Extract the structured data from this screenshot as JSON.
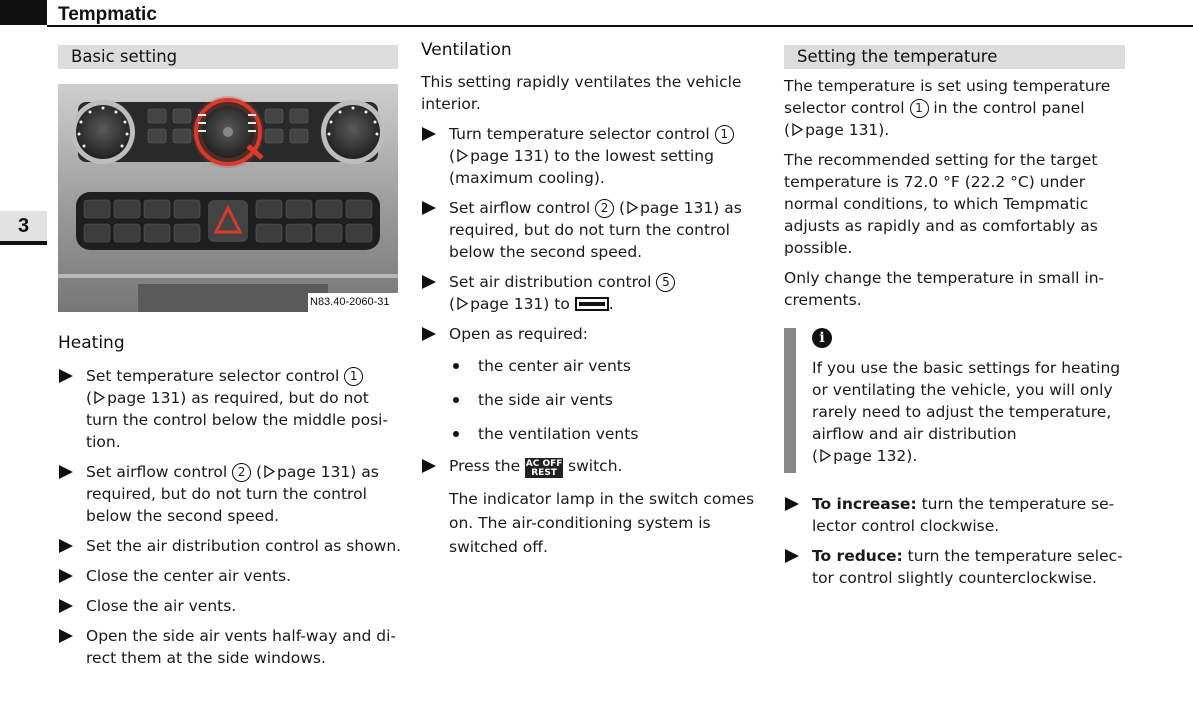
{
  "header": {
    "title": "Tempmatic",
    "chapter": "3"
  },
  "left": {
    "basic_setting": "Basic setting",
    "figure_label": "N83.40-2060-31",
    "heating_title": "Heating",
    "heating_steps": [
      [
        "Set temperature selector control ",
        "1",
        "",
        "page 131) as required, but do not turn the control below the middle posi-tion."
      ],
      [
        "Set airflow control ",
        "2",
        "",
        "page 131) as required, but do not turn the control below the second speed."
      ]
    ],
    "heating_simple": [
      "Set the air distribution control as shown.",
      "Close the center air vents.",
      "Close the air vents.",
      "Open the side air vents half-way and di-rect them at the side windows."
    ]
  },
  "middle": {
    "title": "Ventilation",
    "intro": "This setting rapidly ventilates the vehicle interior.",
    "step1_a": "Turn temperature selector control ",
    "step1_num": "1",
    "step1_b": "page 131) to the lowest setting (maximum cooling).",
    "step2_a": "Set airflow control ",
    "step2_num": "2",
    "step2_b": "page 131) as required, but do not turn the control below the second speed.",
    "step3_a": "Set air distribution control ",
    "step3_num": "5",
    "step3_b": "page 131) to",
    "step4": "Open as required:",
    "vents": [
      "the center air vents",
      "the side air vents",
      "the ventilation vents"
    ],
    "step5_a": "Press the",
    "step5_btn_top": "AC OFF",
    "step5_btn_bottom": "REST",
    "step5_b": "switch.",
    "result": "The indicator lamp in the switch comes on. The air-conditioning system is switched off."
  },
  "right": {
    "title": "Setting the temperature",
    "p1_a": "The temperature is set using temperature selector control ",
    "p1_num": "1",
    "p1_b": " in the control panel",
    "p1_c": "page 131).",
    "p2": "The recommended setting for the target temperature is 72.0 °F (22.2 °C) under normal conditions, to which Tempmatic adjusts as rapidly and as comfortably as possible.",
    "p3": "Only change the temperature in small in-crements.",
    "info_glyph": "i",
    "info_text": "If you use the basic settings for heating or ventilating the vehicle, you will only rarely need to adjust the temperature, airflow and air distribution",
    "info_page": "page 132).",
    "inc_label": "To increase:",
    "inc_text": " turn the temperature se-lector control clockwise.",
    "dec_label": "To reduce:",
    "dec_text": " turn the temperature selec-tor control slightly counterclockwise."
  }
}
